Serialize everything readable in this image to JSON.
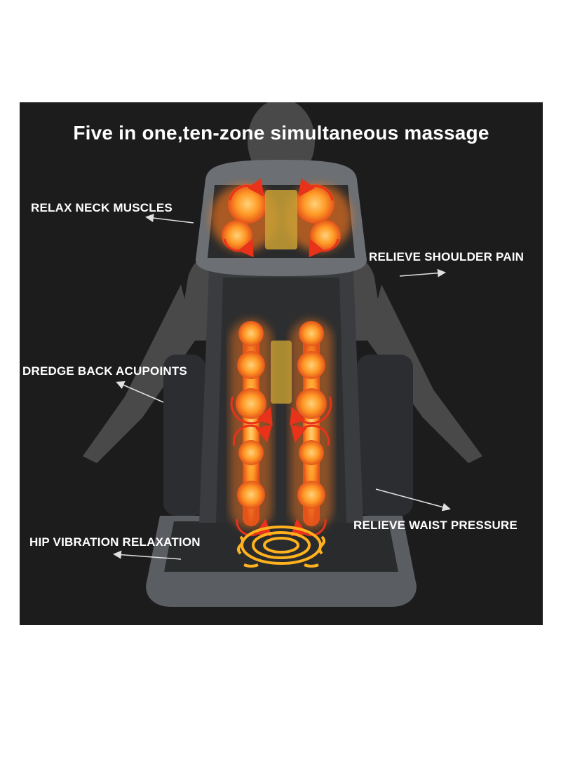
{
  "title": "Five in one,ten-zone simultaneous massage",
  "labels": {
    "neck": "RELAX NECK MUSCLES",
    "shoulder": "RELIEVE SHOULDER PAIN",
    "back": "DREDGE BACK ACUPOINTS",
    "waist": "RELIEVE WAIST PRESSURE",
    "hip": "HIP VIBRATION RELAXATION"
  },
  "colors": {
    "background": "#1c1c1c",
    "heat_orange": "#ff8a1c",
    "arrow_red": "#e8321a",
    "text": "#ffffff"
  }
}
